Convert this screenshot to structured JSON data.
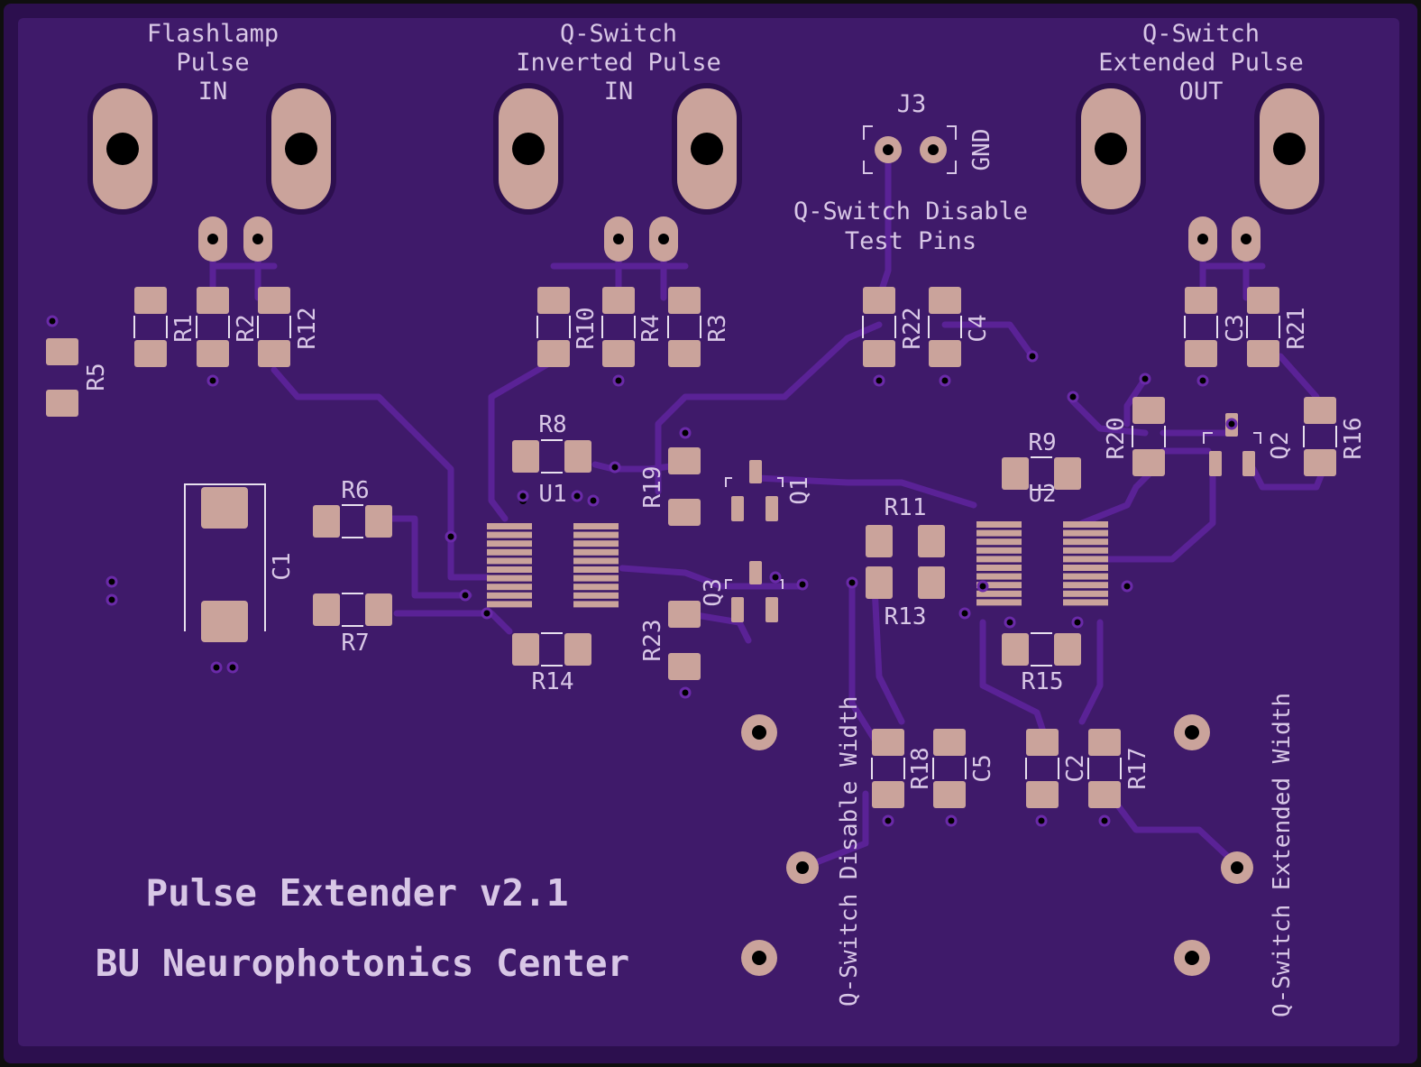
{
  "board": {
    "title": "Pulse Extender v2.1",
    "org": "BU Neurophotonics Center",
    "colors": {
      "board": "#3f1a6a",
      "copper": "#caa39b",
      "silk": "#d8c7e6",
      "trace": "#5a2296"
    }
  },
  "connectors": {
    "flashlamp": {
      "l1": "Flashlamp",
      "l2": "Pulse",
      "l3": "IN"
    },
    "qinv": {
      "l1": "Q-Switch",
      "l2": "Inverted Pulse",
      "l3": "IN"
    },
    "qext": {
      "l1": "Q-Switch",
      "l2": "Extended Pulse",
      "l3": "OUT"
    },
    "j3": {
      "ref": "J3",
      "gnd": "GND",
      "l1": "Q-Switch Disable",
      "l2": "Test Pins"
    }
  },
  "vertical_labels": {
    "disable_width": "Q-Switch Disable Width",
    "extended_width": "Q-Switch Extended Width"
  },
  "refs": {
    "R1": "R1",
    "R2": "R2",
    "R3": "R3",
    "R4": "R4",
    "R5": "R5",
    "R6": "R6",
    "R7": "R7",
    "R8": "R8",
    "R9": "R9",
    "R10": "R10",
    "R11": "R11",
    "R12": "R12",
    "R13": "R13",
    "R14": "R14",
    "R15": "R15",
    "R16": "R16",
    "R17": "R17",
    "R18": "R18",
    "R19": "R19",
    "R20": "R20",
    "R21": "R21",
    "R22": "R22",
    "R23": "R23",
    "C1": "C1",
    "C2": "C2",
    "C3": "C3",
    "C4": "C4",
    "C5": "C5",
    "U1": "U1",
    "U2": "U2",
    "Q1": "Q1",
    "Q2": "Q2",
    "Q3": "Q3"
  }
}
